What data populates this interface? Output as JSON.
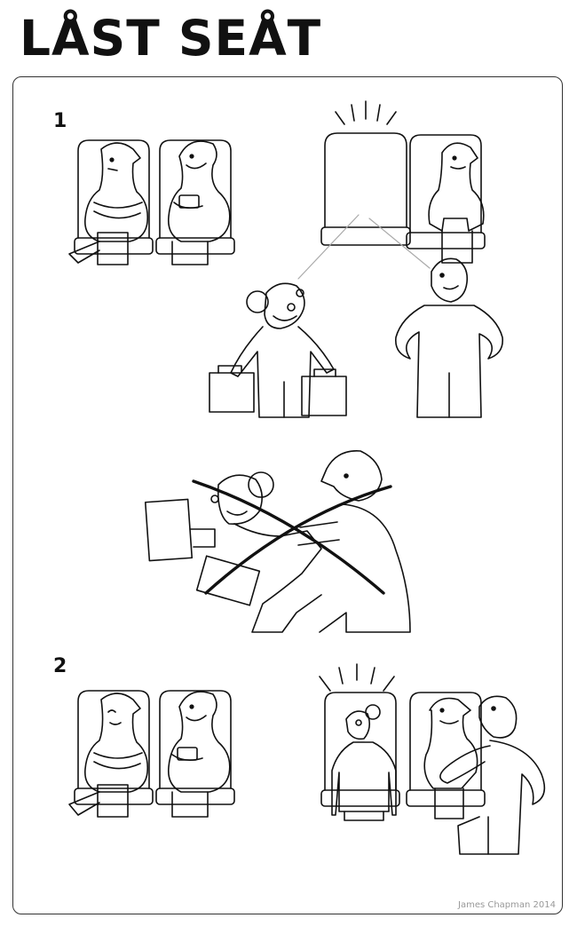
{
  "title": "LÅST SEÅT",
  "steps": [
    {
      "label": "1"
    },
    {
      "label": "2"
    }
  ],
  "credit": "James Chapman 2014",
  "colors": {
    "ink": "#111111",
    "sightline": "#aaaaaa",
    "credit": "#999999"
  }
}
